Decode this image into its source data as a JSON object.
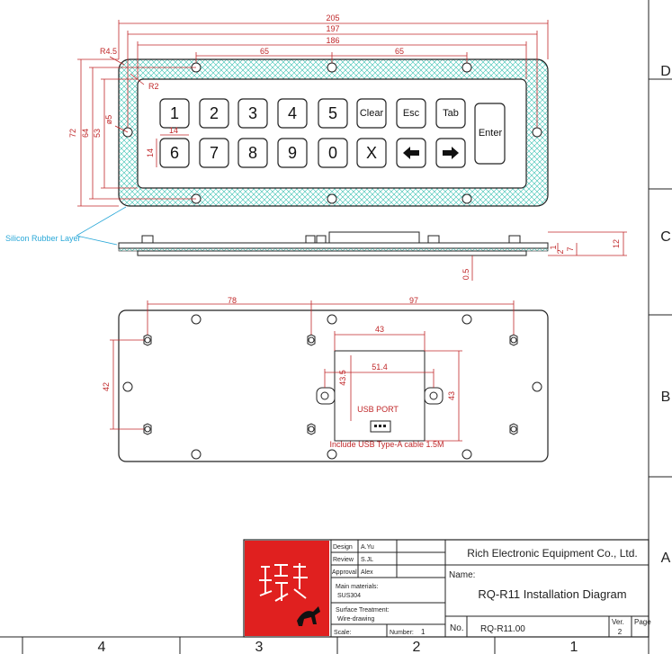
{
  "zones": {
    "right": [
      "D",
      "C",
      "B",
      "A"
    ],
    "bottom": [
      "4",
      "3",
      "2",
      "1"
    ]
  },
  "dims_top": {
    "d205": "205",
    "d197": "197",
    "d186": "186",
    "d65a": "65",
    "d65b": "65",
    "r45": "R4.5",
    "r2": "R2",
    "d14w": "14",
    "d14h": "14",
    "d5": "ø5",
    "d72": "72",
    "d64": "64",
    "d53": "53"
  },
  "dims_side": {
    "d12": "12",
    "d7": "7",
    "d1": "1",
    "d2": "2",
    "d05": "0.5"
  },
  "dims_bottom": {
    "d78": "78",
    "d97": "97",
    "d42": "42",
    "d43": "43",
    "d514": "51.4",
    "d435": "43.5",
    "d43v": "43"
  },
  "label_silicon": "Silicon Rubber Layer",
  "usb_port": "USB  PORT",
  "usb_cable": "Include USB Type-A cable 1.5M",
  "keys_row1": [
    "1",
    "2",
    "3",
    "4",
    "5",
    "Clear",
    "Esc",
    "Tab"
  ],
  "keys_row2": [
    "6",
    "7",
    "8",
    "9",
    "0",
    "X"
  ],
  "enter_key": "Enter",
  "title_block": {
    "design_label": "Design",
    "design_value": "A.Yu",
    "review_label": "Review",
    "review_value": "S.JL",
    "approval_label": "Approval",
    "approval_value": "Alex",
    "materials_label": "Main materials:",
    "materials_value": "SUS304",
    "surface_label": "Surface Treatment:",
    "surface_value": "Wire-drawing",
    "scale_label": "Scale:",
    "number_label": "Number:",
    "number_value": "1",
    "company": "Rich Electronic Equipment Co., Ltd.",
    "name_label": "Name:",
    "name_value": "RQ-R11 Installation Diagram",
    "no_label": "No.",
    "no_value": "RQ-R11.00",
    "ver_label": "Ver.",
    "ver_value": "2",
    "page_label": "Page"
  }
}
